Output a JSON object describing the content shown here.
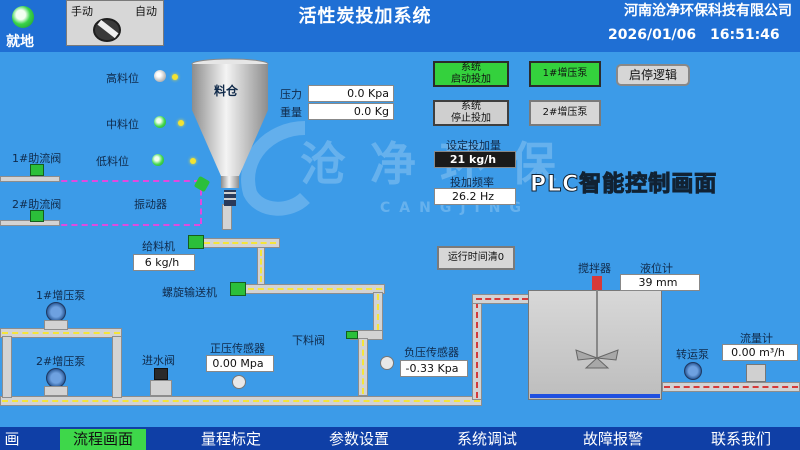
{
  "header": {
    "mode_label": "就地",
    "switch_manual": "手动",
    "switch_auto": "自动",
    "title": "活性炭投加系统",
    "company": "河南沧净环保科技有限公司",
    "date": "2026/01/06",
    "time": "16:51:46"
  },
  "levels": {
    "high": "高料位",
    "mid": "中料位",
    "low": "低料位",
    "hopper": "料仓"
  },
  "hopper_readings": {
    "pressure_label": "压力",
    "pressure_value": "0.0 Kpa",
    "weight_label": "重量",
    "weight_value": "0.0 Kg"
  },
  "valves": {
    "assist1": "1#助流阀",
    "assist2": "2#助流阀",
    "vibrator": "振动器",
    "inlet": "进水阀",
    "discharge": "下料阀"
  },
  "feeder": {
    "label": "给料机",
    "value": "6 kg/h",
    "screw": "螺旋输送机"
  },
  "pumps": {
    "boost1": "1#增压泵",
    "boost2": "2#增压泵",
    "transfer": "转运泵"
  },
  "sensors": {
    "positive_label": "正压传感器",
    "positive_value": "0.00 Mpa",
    "negative_label": "负压传感器",
    "negative_value": "-0.33 Kpa",
    "level_label": "液位计",
    "level_value": "39 mm",
    "flow_label": "流量计",
    "flow_value": "0.00 m³/h",
    "mixer": "搅拌器"
  },
  "controls": {
    "start_btn": "系统\n启动投加",
    "stop_btn": "系统\n停止投加",
    "pump1_btn": "1#增压泵",
    "pump2_btn": "2#增压泵",
    "logic_btn": "启停逻辑",
    "setpoint_label": "设定投加量",
    "setpoint_value": "21 kg/h",
    "freq_label": "投加频率",
    "freq_value": "26.2 Hz",
    "runtime_btn": "运行时间清0"
  },
  "watermark": {
    "text": "沧 净 环 保",
    "sub": "CANGJING",
    "plc_title": "PLC智能控制画面"
  },
  "nav": {
    "items": [
      "画面",
      "流程画面",
      "量程标定",
      "参数设置",
      "系统调试",
      "故障报警",
      "联系我们"
    ],
    "active_index": 1
  },
  "colors": {
    "background": "#3c9be8",
    "header": "#1f6fd4",
    "active_green": "#34d13d",
    "nav_bar": "#0f3fa6"
  }
}
